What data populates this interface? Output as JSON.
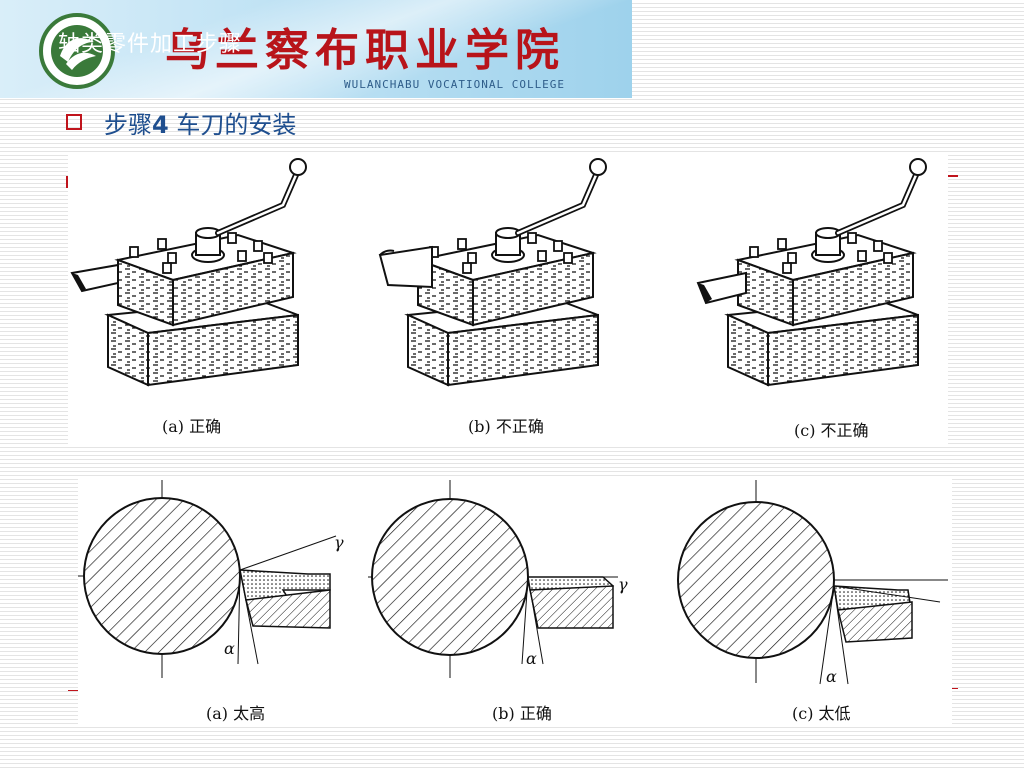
{
  "header": {
    "college_name_cn": "乌兰察布职业学院",
    "college_name_en": "WULANCHABU VOCATIONAL COLLEGE",
    "course_title": "轴类零件加工步骤"
  },
  "section": {
    "prefix": "步骤",
    "number": "4",
    "title": "车刀的安装"
  },
  "figure_top": {
    "captions": [
      "(a) 正确",
      "(b) 不正确",
      "(c) 不正确"
    ]
  },
  "figure_bottom": {
    "captions": [
      "(a) 太高",
      "(b) 正确",
      "(c) 太低"
    ],
    "angle_labels": [
      "α",
      "γ"
    ]
  },
  "colors": {
    "accent_red": "#c0141c",
    "heading_blue": "#1f4f8f",
    "logo_green": "#3a7a3a"
  }
}
